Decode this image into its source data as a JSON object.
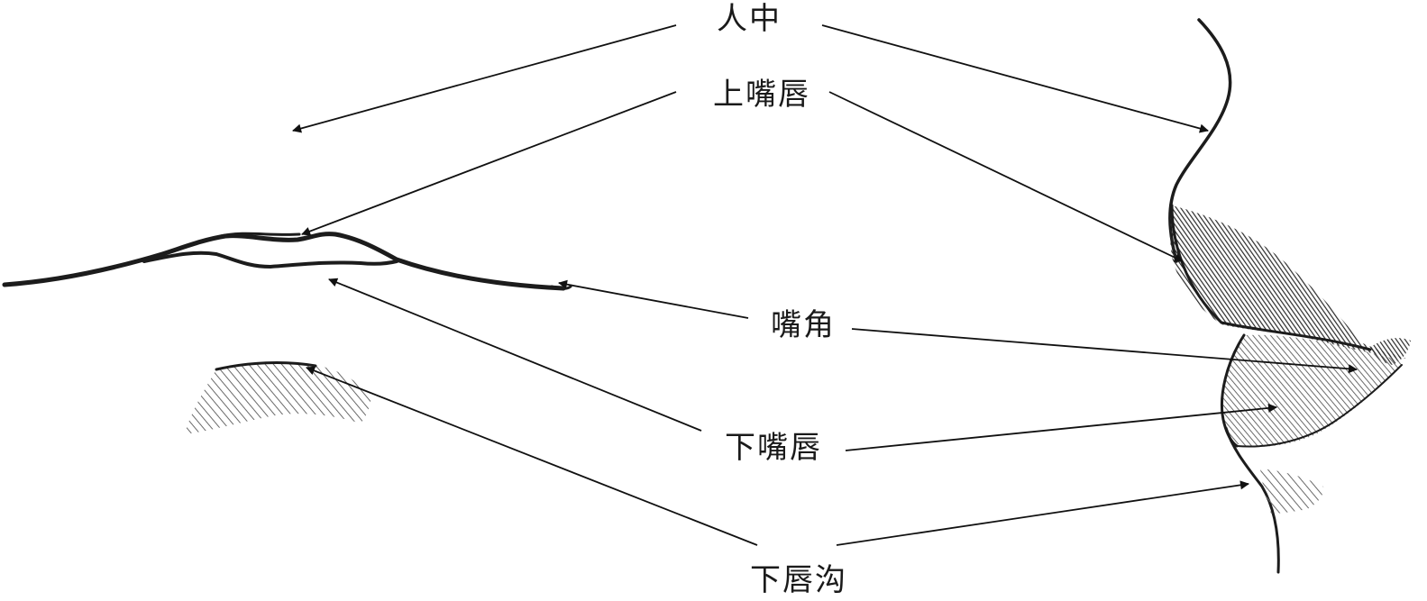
{
  "labels": {
    "philtrum": "人中",
    "upper_lip": "上嘴唇",
    "mouth_corner": "嘴角",
    "lower_lip": "下嘴唇",
    "lower_lip_groove": "下唇沟"
  },
  "colors": {
    "ink": "#111111",
    "shade": "#555555",
    "background": "#ffffff"
  }
}
